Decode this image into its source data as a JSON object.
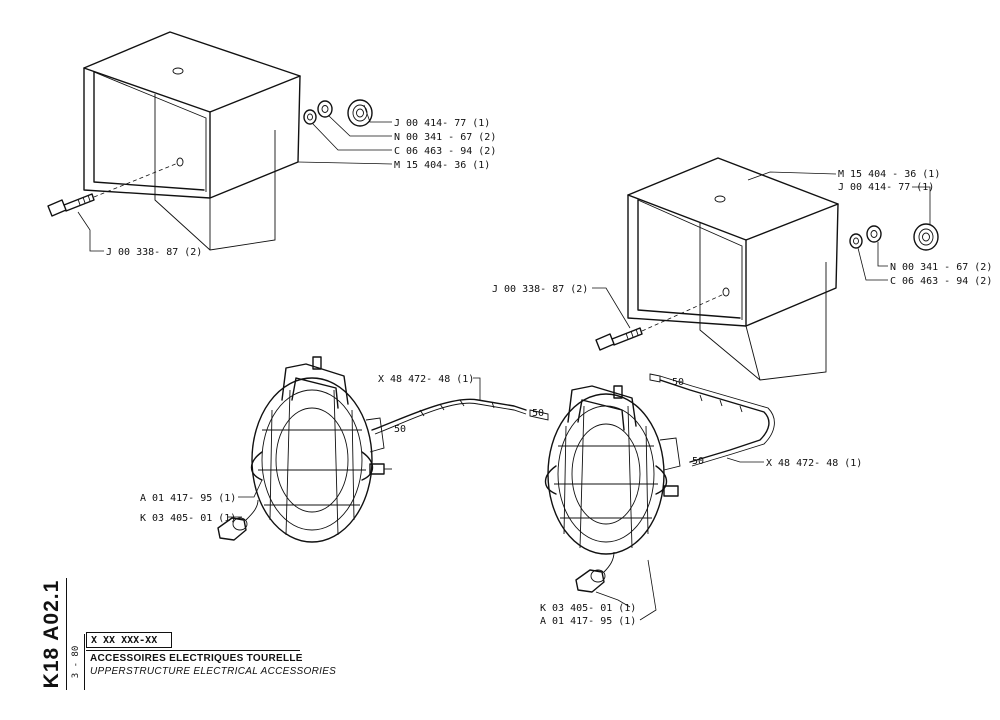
{
  "parts": {
    "cover_left": {
      "bush_1": "J 00 414- 77 (1)",
      "ring_1": "N 00 341 - 67 (2)",
      "washer_1": "C 06 463 - 94 (2)",
      "cover_1": "M 15 404- 36 (1)",
      "bolt_1": "J 00 338- 87 (2)"
    },
    "cover_right": {
      "cover_2": "M 15 404 - 36 (1)",
      "bush_2": "J 00 414- 77 (1)",
      "ring_2": "N 00 341 - 67 (2)",
      "washer_2": "C 06 463 - 94 (2)",
      "bolt_2": "J 00 338- 87 (2)"
    },
    "lamp_left": {
      "cable_1": "X 48 472- 48 (1)",
      "lamp_1": "A 01 417- 95 (1)",
      "bulb_1": "K 03 405- 01 (1)",
      "dim_a": "50",
      "dim_b": "50"
    },
    "lamp_right": {
      "cable_2": "X 48 472- 48 (1)",
      "bulb_2": "K 03 405- 01 (1)",
      "lamp_2": "A 01 417- 95 (1)",
      "dim_c": "50",
      "dim_d": "50"
    }
  },
  "title_block": {
    "sheet_code": "K18 A02.1",
    "date": "3 - 80",
    "code": "X XX XXX-XX",
    "title_fr": "ACCESSOIRES ELECTRIQUES TOURELLE",
    "title_en": "UPPERSTRUCTURE ELECTRICAL ACCESSORIES"
  }
}
